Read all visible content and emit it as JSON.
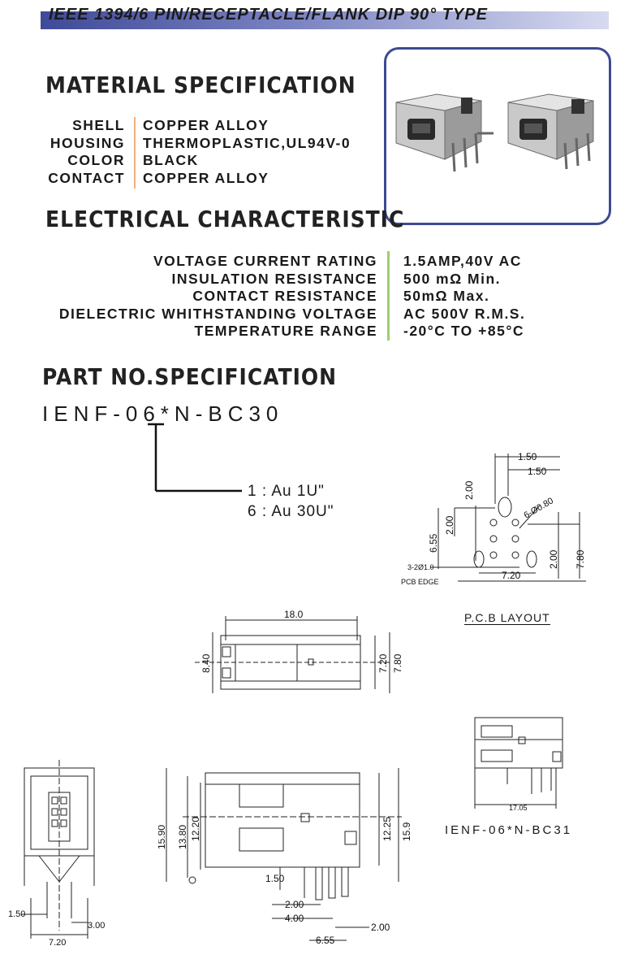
{
  "header": {
    "title": "IEEE 1394/6 PIN/RECEPTACLE/FLANK DIP 90° TYPE"
  },
  "material": {
    "heading": "MATERIAL SPECIFICATION",
    "rows": [
      {
        "label": "SHELL",
        "value": "COPPER ALLOY"
      },
      {
        "label": "HOUSING",
        "value": "THERMOPLASTIC,UL94V-0"
      },
      {
        "label": "COLOR",
        "value": "BLACK"
      },
      {
        "label": "CONTACT",
        "value": "COPPER ALLOY"
      }
    ]
  },
  "electrical": {
    "heading": "ELECTRICAL CHARACTERISTIC",
    "rows": [
      {
        "label": "VOLTAGE CURRENT RATING",
        "value": "1.5AMP,40V AC"
      },
      {
        "label": "INSULATION RESISTANCE",
        "value": "500 mΩ Min."
      },
      {
        "label": "CONTACT RESISTANCE",
        "value": "50mΩ Max."
      },
      {
        "label": "DIELECTRIC WHITHSTANDING VOLTAGE",
        "value": "AC 500V R.M.S."
      },
      {
        "label": "TEMPERATURE RANGE",
        "value": "-20°C TO +85°C"
      }
    ]
  },
  "part": {
    "heading": "PART NO.SPECIFICATION",
    "number": "IENF-06*N-BC30",
    "options": [
      "1 : Au 1U\"",
      "6 : Au 30U\""
    ]
  },
  "pcb": {
    "caption": "P.C.B LAYOUT",
    "edge_label": "PCB EDGE",
    "hole_note": "3-2Ø1.0",
    "hole_callout": "6-Ø0.80",
    "dims": [
      "1.50",
      "1.50",
      "2.00",
      "2.00",
      "6.55",
      "2.00",
      "7.80",
      "7.20"
    ]
  },
  "top_view": {
    "dims": [
      "18.0",
      "8.40",
      "7.20",
      "7.80"
    ]
  },
  "front_view": {
    "dims": [
      "1.50",
      "3.00",
      "7.20"
    ]
  },
  "side_view": {
    "dims": [
      "15.90",
      "13.80",
      "12.20",
      "12.25",
      "15.9",
      "1.50",
      "2.00",
      "4.00",
      "2.00",
      "6.55"
    ]
  },
  "variant": {
    "dim": "17.05",
    "label": "IENF-06*N-BC31"
  }
}
